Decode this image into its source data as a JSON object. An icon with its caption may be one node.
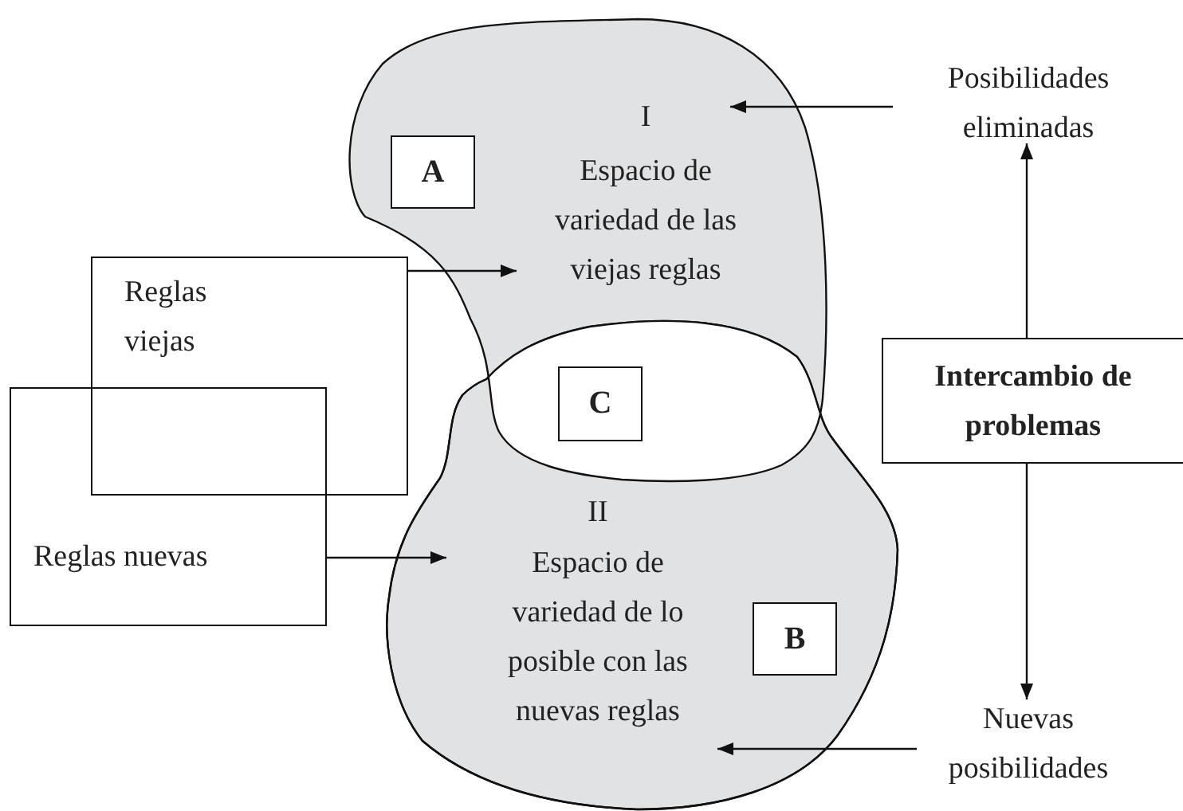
{
  "diagram": {
    "nodes": [
      {
        "text": [
          "I",
          "Espacio de variedad de las viejas reglas"
        ]
      },
      {
        "text": [
          "A"
        ],
        "in": 0
      },
      {
        "text": [
          "II",
          "Espacio de variedad de lo posible con las nuevas reglas"
        ]
      },
      {
        "text": [
          "B"
        ],
        "in": 2
      },
      {
        "text": [
          "C"
        ]
      },
      {
        "text": [
          "Reglas viejas"
        ]
      },
      {
        "text": [
          "Reglas nuevas"
        ]
      },
      {
        "text": [
          "Intercambio de problemas"
        ]
      },
      {
        "text": [
          "Posibilidades eliminadas"
        ]
      },
      {
        "text": [
          "Nuevas posibilidades"
        ]
      }
    ],
    "edges": [
      {
        "from": 5,
        "to": 0,
        "arrow": "to"
      },
      {
        "from": 6,
        "to": 2,
        "arrow": "to"
      },
      {
        "from": 8,
        "to": 0,
        "arrow": "to"
      },
      {
        "from": 9,
        "to": 2,
        "arrow": "to"
      },
      {
        "from": 7,
        "to": 8,
        "arrow": "to"
      },
      {
        "from": 7,
        "to": 9,
        "arrow": "to"
      }
    ]
  }
}
